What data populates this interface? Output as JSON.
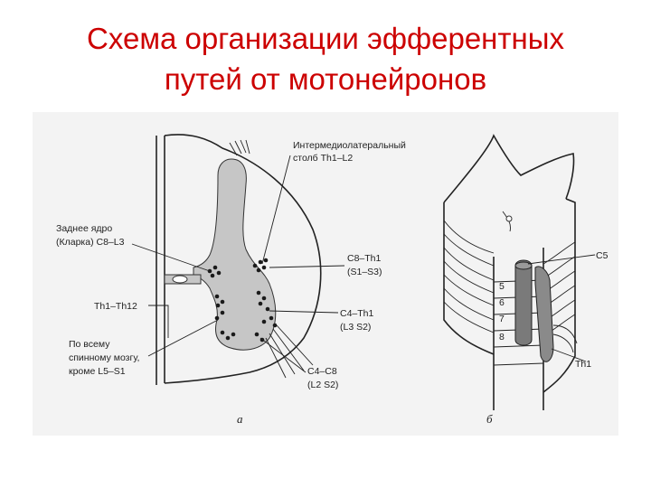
{
  "title": {
    "line1": "Схема организации эфферентных",
    "line2": "путей от мотонейронов"
  },
  "labels": {
    "intermedio_1": "Интермедиолатеральный",
    "intermedio_2": "столб Th1–L2",
    "clark_1": "Заднее ядро",
    "clark_2": "(Кларка) C8–L3",
    "c8th1_1": "C8–Th1",
    "c8th1_2": "(S1–S3)",
    "th1th12": "Th1–Th12",
    "c4th1_1": "C4–Th1",
    "c4th1_2": "(L3  S2)",
    "whole_1": "По всему",
    "whole_2": "спинному мозгу,",
    "whole_3": "кроме L5–S1",
    "c4c8_1": "C4–C8",
    "c4c8_2": "(L2  S2)",
    "panel_a": "а",
    "panel_b": "б",
    "c5": "C5",
    "th1": "Th1",
    "seg5": "5",
    "seg6": "6",
    "seg7": "7",
    "seg8": "8"
  },
  "colors": {
    "title": "#cc0000",
    "gray_matter": "#c6c6c6",
    "column": "#7a7a7a",
    "background": "#f3f3f3"
  }
}
